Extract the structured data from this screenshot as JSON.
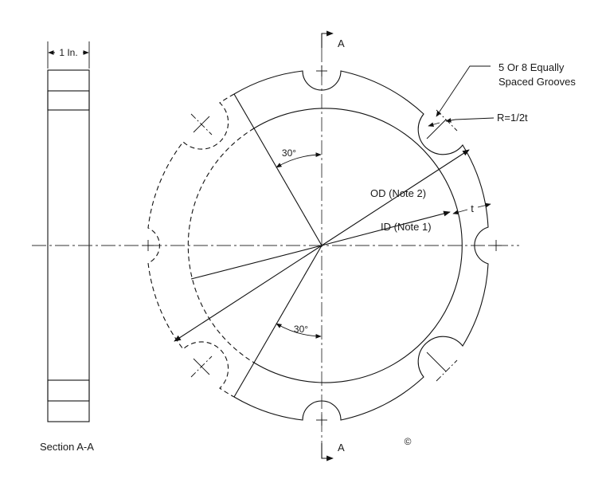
{
  "labels": {
    "section_width": "1 In.",
    "section_caption": "Section A-A",
    "cut_top": "A",
    "cut_bottom": "A",
    "grooves_line1": "5 Or 8 Equally",
    "grooves_line2": "Spaced Grooves",
    "groove_radius": "R=1/2t",
    "angle_top": "30°",
    "angle_bottom": "30°",
    "od": "OD (Note 2)",
    "id": "ID (Note 1)",
    "thickness": "t",
    "copyright": "©"
  }
}
